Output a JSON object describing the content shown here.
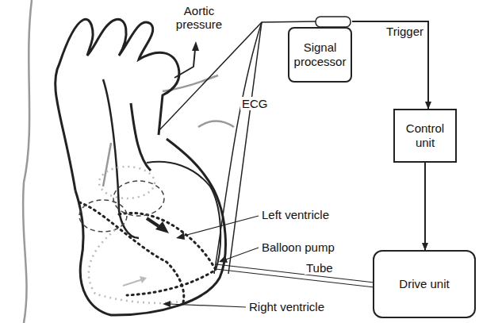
{
  "diagram": {
    "nodes": [
      {
        "text": [
          "Signal processor"
        ]
      },
      {
        "text": [
          "Control unit"
        ]
      },
      {
        "text": [
          "Drive unit"
        ]
      }
    ],
    "edges": [
      {
        "from": 0,
        "to": 1,
        "label": "Trigger",
        "arrow": "to"
      },
      {
        "from": 1,
        "to": 2,
        "arrow": "to"
      }
    ],
    "labels": [
      "Aortic pressure",
      "ECG",
      "Left ventricle",
      "Balloon pump",
      "Tube",
      "Right ventricle"
    ]
  }
}
